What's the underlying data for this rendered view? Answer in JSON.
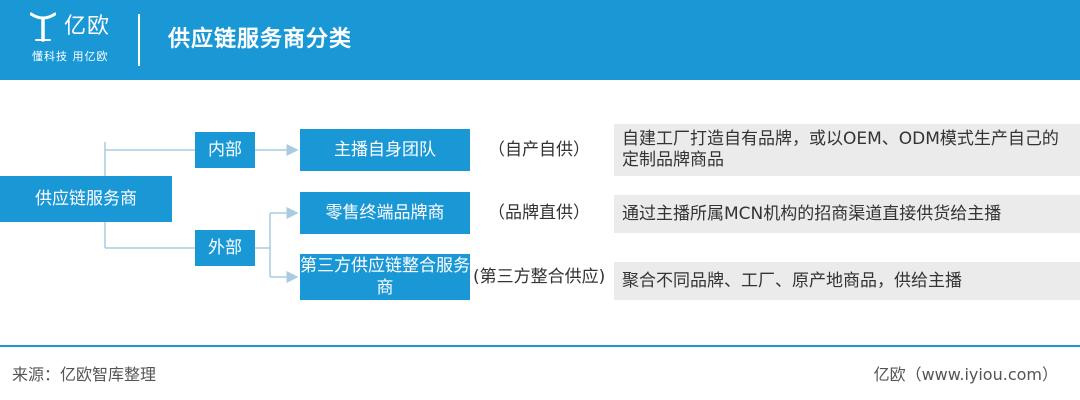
{
  "header": {
    "logo_text": "亿欧",
    "logo_slogan": "懂科技 用亿欧",
    "title": "供应链服务商分类"
  },
  "diagram": {
    "root": "供应链服务商",
    "branches": [
      {
        "label": "内部",
        "items": [
          {
            "name": "主播自身团队",
            "mode": "（自产自供）",
            "desc": "自建工厂打造自有品牌，或以OEM、ODM模式生产自己的定制品牌商品"
          }
        ]
      },
      {
        "label": "外部",
        "items": [
          {
            "name": "零售终端品牌商",
            "mode": "（品牌直供）",
            "desc": "通过主播所属MCN机构的招商渠道直接供货给主播"
          },
          {
            "name": "第三方供应链整合服务商",
            "mode": "(第三方整合供应)",
            "desc": "聚合不同品牌、工厂、原产地商品，供给主播"
          }
        ]
      }
    ]
  },
  "footer": {
    "source": "来源：亿欧智库整理",
    "site": "亿欧（www.iyiou.com）"
  },
  "colors": {
    "accent": "#1a98d5",
    "box_grey": "#ebebeb",
    "connector": "#a9cbe0"
  }
}
